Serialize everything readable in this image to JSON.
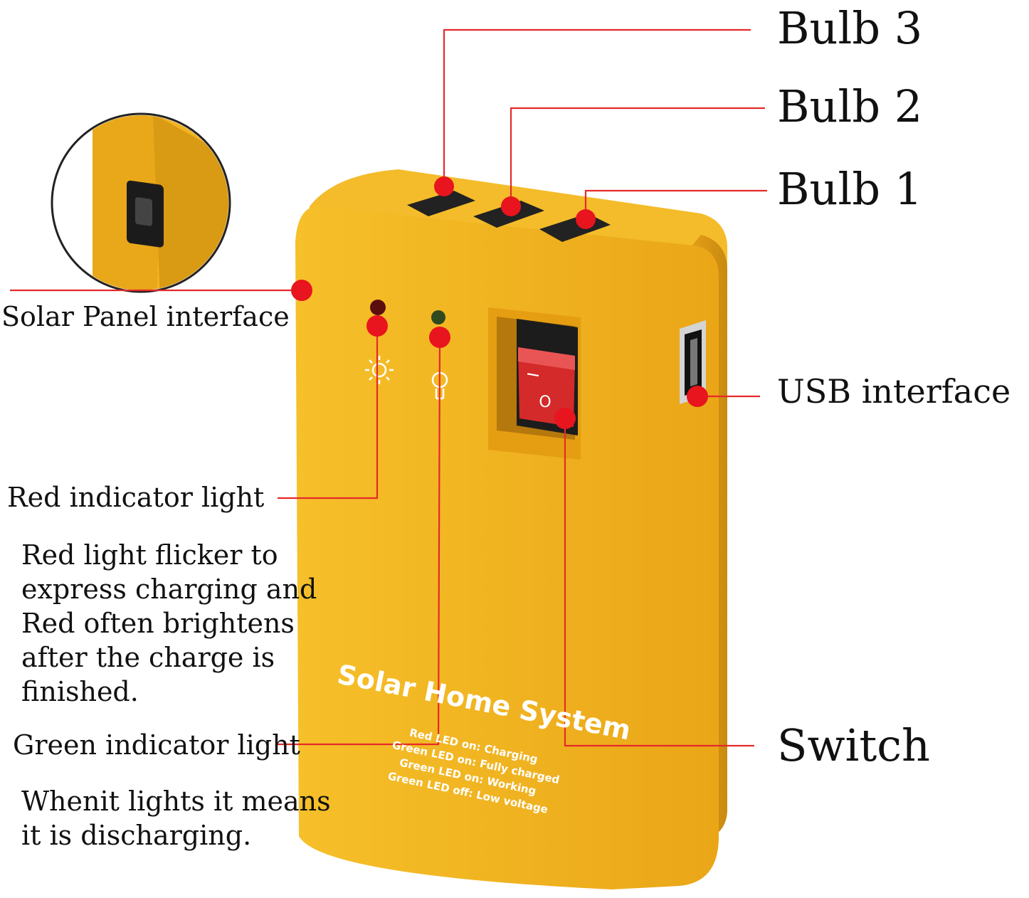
{
  "callouts": {
    "bulb3": "Bulb 3",
    "bulb2": "Bulb 2",
    "bulb1": "Bulb 1",
    "solar_panel": "Solar Panel interface",
    "usb": "USB interface",
    "red_light": "Red indicator light",
    "red_light_desc": "Red light flicker to\nexpress charging and\nRed often brightens\nafter the charge is\nfinished.",
    "green_light": "Green indicator light",
    "green_light_desc": "Whenit lights it means\nit is discharging.",
    "switch": "Switch"
  },
  "device": {
    "brand": "Solar Home System",
    "legend": [
      "Red LED on: Charging",
      "Green LED on: Fully charged",
      "Green LED on: Working",
      "Green LED off: Low voltage"
    ],
    "switch_on_mark": "I",
    "switch_off_mark": "O"
  },
  "colors": {
    "body": "#f2b321",
    "body_shadow": "#d99a14",
    "leader": "#e52a2a",
    "dot": "#e8141e",
    "switch": "#d42a2a"
  }
}
